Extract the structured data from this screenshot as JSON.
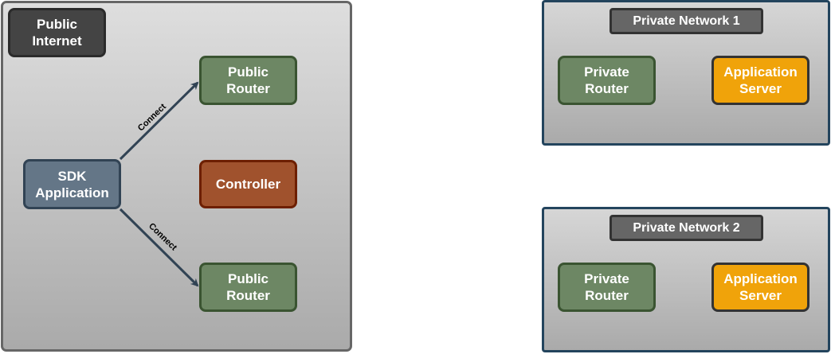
{
  "public_zone": {
    "title": "Public\nInternet",
    "sdk_app": "SDK\nApplication",
    "router_top": "Public\nRouter",
    "controller": "Controller",
    "router_bottom": "Public\nRouter",
    "edge_top_label": "Connect",
    "edge_bottom_label": "Connect"
  },
  "private_networks": [
    {
      "title": "Private Network 1",
      "router": "Private\nRouter",
      "server": "Application\nServer"
    },
    {
      "title": "Private Network 2",
      "router": "Private\nRouter",
      "server": "Application\nServer"
    }
  ],
  "colors": {
    "sdk": "#647687",
    "router": "#6d8764",
    "controller": "#a0522d",
    "server": "#f0a30a",
    "private_border": "#23445d",
    "edge": "#314354"
  }
}
